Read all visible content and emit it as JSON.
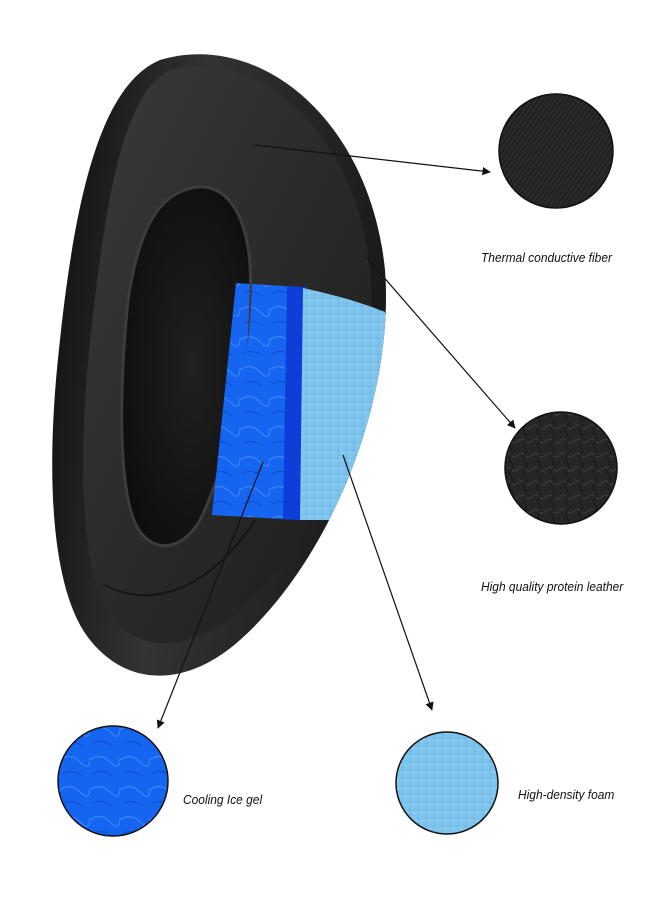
{
  "callouts": {
    "thermal_fiber": {
      "label": "Thermal conductive fiber",
      "swatch_icon": "fabric-texture-icon"
    },
    "protein_leather": {
      "label": "High quality protein leather",
      "swatch_icon": "leather-texture-icon"
    },
    "cooling_gel": {
      "label": "Cooling Ice gel",
      "swatch_icon": "gel-texture-icon"
    },
    "foam": {
      "label": "High-density foam",
      "swatch_icon": "foam-texture-icon"
    }
  },
  "colors": {
    "fabric": "#1d1d1d",
    "leather": "#2a2a2a",
    "gel": "#1565f0",
    "foam": "#7fc4ec",
    "arrow": "#111111"
  }
}
